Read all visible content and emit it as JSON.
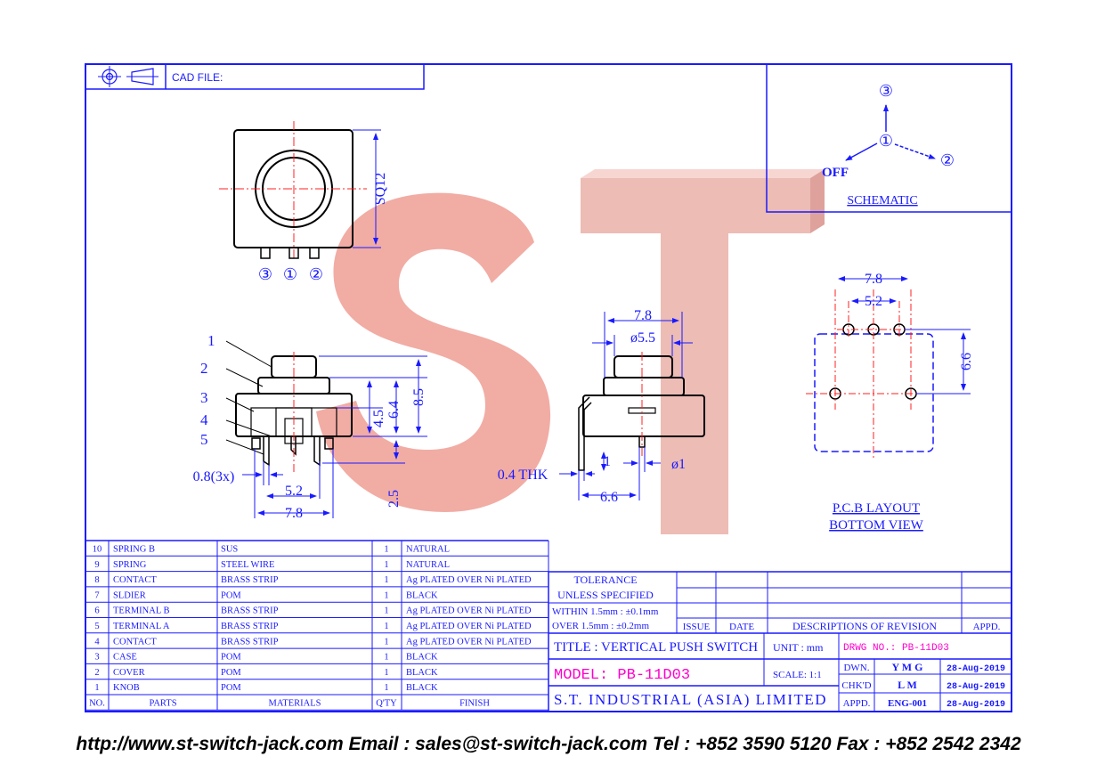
{
  "title_block": {
    "cad_file_label": "CAD FILE:",
    "tolerance_1": "TOLERANCE",
    "tolerance_2": "UNLESS SPECIFIED",
    "tolerance_3": "WITHIN 1.5mm : ±0.1mm",
    "tolerance_4": "OVER  1.5mm : ±0.2mm",
    "issue": "ISSUE",
    "date": "DATE",
    "descriptions": "DESCRIPTIONS OF REVISION",
    "appd_header": "APPD.",
    "title": "TITLE : VERTICAL PUSH SWITCH",
    "unit": "UNIT :  mm",
    "drawing_no": "DRWG NO.: PB-11D03",
    "model": "MODEL: PB-11D03",
    "scale": "SCALE:  1:1",
    "company": "S.T. INDUSTRIAL (ASIA) LIMITED",
    "dwn_label": "DWN.",
    "dwn_name": "Y M G",
    "dwn_date": "28-Aug-2019",
    "chkd_label": "CHK'D",
    "chkd_name": "L M",
    "chkd_date": "28-Aug-2019",
    "appd_label": "APPD.",
    "appd_name": "ENG-001",
    "appd_date": "28-Aug-2019"
  },
  "schematic": {
    "title": "SCHEMATIC",
    "pin1": "①",
    "pin2": "②",
    "pin3": "③",
    "off": "OFF"
  },
  "pcb": {
    "title1": "P.C.B LAYOUT",
    "title2": "BOTTOM VIEW",
    "dim_78": "7.8",
    "dim_52": "5.2",
    "dim_66": "6.6"
  },
  "top_view": {
    "dim_sq": "SQ12",
    "pin3": "③",
    "pin1": "①",
    "pin2": "②"
  },
  "front_view": {
    "callouts": [
      "1",
      "2",
      "3",
      "4",
      "5"
    ],
    "dim_64": "6.4",
    "dim_85": "8.5",
    "dim_45": "4.5",
    "dim_25": "2.5",
    "dim_08": "0.8(3x)",
    "dim_52": "5.2",
    "dim_78": "7.8"
  },
  "side_view": {
    "dim_78": "7.8",
    "dim_55": "ø5.5",
    "dim_04": "0.4  THK",
    "dim_1": "1",
    "dim_phi1": "ø1",
    "dim_66": "6.6"
  },
  "watermark": {
    "text": "ST",
    "color": "#f0a39a"
  },
  "colors": {
    "line": "#1a1aff",
    "center": "#ff2020",
    "magenta": "#ff00cc"
  },
  "parts_table": {
    "headers": {
      "no": "NO.",
      "parts": "PARTS",
      "materials": "MATERIALS",
      "qty": "Q'TY",
      "finish": "FINISH"
    },
    "rows": [
      {
        "no": "10",
        "part": "SPRING B",
        "material": "SUS",
        "qty": "1",
        "finish": "NATURAL"
      },
      {
        "no": "9",
        "part": "SPRING",
        "material": "STEEL WIRE",
        "qty": "1",
        "finish": "NATURAL"
      },
      {
        "no": "8",
        "part": "CONTACT",
        "material": "BRASS STRIP",
        "qty": "1",
        "finish": "Ag PLATED OVER Ni PLATED"
      },
      {
        "no": "7",
        "part": "SLDIER",
        "material": "POM",
        "qty": "1",
        "finish": "BLACK"
      },
      {
        "no": "6",
        "part": "TERMINAL B",
        "material": "BRASS STRIP",
        "qty": "1",
        "finish": "Ag PLATED OVER Ni PLATED"
      },
      {
        "no": "5",
        "part": "TERMINAL A",
        "material": "BRASS STRIP",
        "qty": "1",
        "finish": "Ag PLATED OVER Ni PLATED"
      },
      {
        "no": "4",
        "part": "CONTACT",
        "material": "BRASS STRIP",
        "qty": "1",
        "finish": "Ag PLATED OVER Ni PLATED"
      },
      {
        "no": "3",
        "part": "CASE",
        "material": "POM",
        "qty": "1",
        "finish": "BLACK"
      },
      {
        "no": "2",
        "part": "COVER",
        "material": "POM",
        "qty": "1",
        "finish": "BLACK"
      },
      {
        "no": "1",
        "part": "KNOB",
        "material": "POM",
        "qty": "1",
        "finish": "BLACK"
      }
    ]
  },
  "footer": "http://www.st-switch-jack.com  Email : sales@st-switch-jack.com  Tel : +852 3590 5120  Fax : +852 2542 2342"
}
